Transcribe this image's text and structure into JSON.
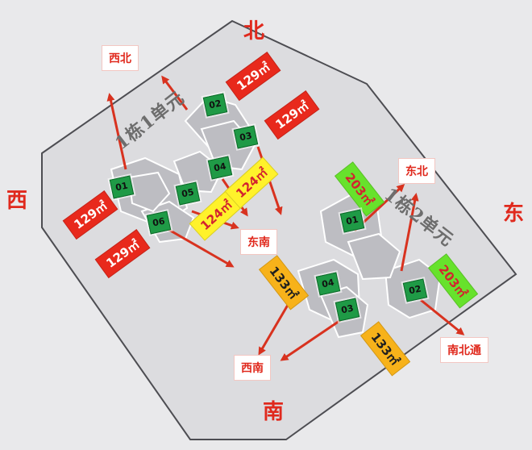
{
  "compass": {
    "north": "北",
    "south": "南",
    "west": "西",
    "east": "东"
  },
  "buildings": {
    "b1": "1栋1单元",
    "b2": "1栋2单元"
  },
  "directions": {
    "nw": "西北",
    "ne": "东北",
    "se": "东南",
    "sw": "西南",
    "ns": "南北通"
  },
  "areas": {
    "a129_1": "129㎡",
    "a129_2": "129㎡",
    "a129_3": "129㎡",
    "a129_4": "129㎡",
    "a124_1": "124㎡",
    "a124_2": "124㎡",
    "a133_1": "133㎡",
    "a133_2": "133㎡",
    "a203_1": "203㎡",
    "a203_2": "203㎡"
  },
  "units": {
    "u1_01": "01",
    "u1_02": "02",
    "u1_03": "03",
    "u1_04": "04",
    "u1_05": "05",
    "u1_06": "06",
    "u2_01": "01",
    "u2_02": "02",
    "u2_03": "03",
    "u2_04": "04"
  },
  "colors": {
    "accent_red": "#e0291d",
    "tag_red": "#e8291c",
    "tag_yellow": "#fff22b",
    "tag_orange": "#f7b21a",
    "tag_green": "#67e22c",
    "unit_green": "#1f9a46"
  }
}
